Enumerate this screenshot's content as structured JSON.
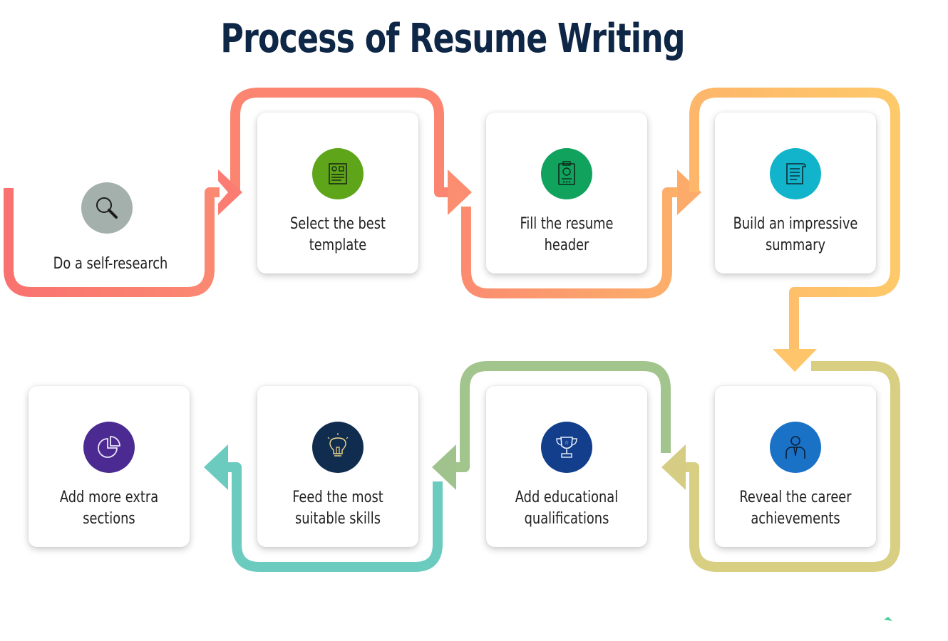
{
  "title": "Process of Resume Writing",
  "steps": [
    {
      "label": "Do a self-research",
      "icon": "magnifier-icon",
      "color": "#a4b0ac"
    },
    {
      "label": "Select the best template",
      "icon": "resume-template-icon",
      "color": "#5ea51a"
    },
    {
      "label": "Fill the resume header",
      "icon": "resume-header-icon",
      "color": "#11a35e"
    },
    {
      "label": "Build an impressive summary",
      "icon": "document-scroll-icon",
      "color": "#12b4cc"
    },
    {
      "label": "Reveal the career achievements",
      "icon": "businessman-icon",
      "color": "#1a72c6"
    },
    {
      "label": "Add educational qualifications",
      "icon": "trophy-icon",
      "color": "#123e8c"
    },
    {
      "label": "Feed the most suitable skills",
      "icon": "lightbulb-icon",
      "color": "#102d4f"
    },
    {
      "label": "Add more extra sections",
      "icon": "pie-chart-icon",
      "color": "#4b2a91"
    }
  ],
  "colors": {
    "title": "#0f2746",
    "flow_red": "#fa7a72",
    "flow_orange": "#fda86a",
    "flow_yellow": "#fec86a",
    "flow_olive": "#d9cf82",
    "flow_green": "#a2c48d",
    "flow_teal": "#6ccbbf"
  }
}
